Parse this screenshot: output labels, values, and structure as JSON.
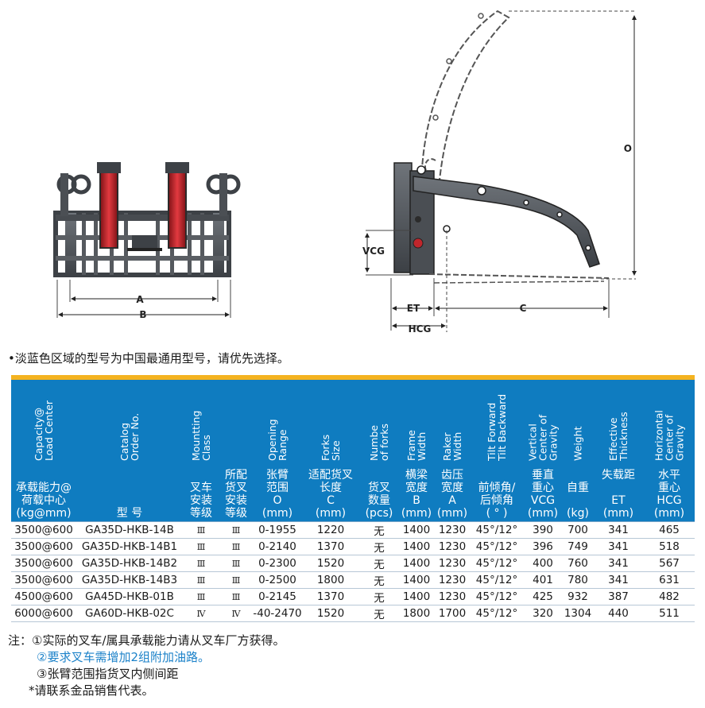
{
  "figure_labels": {
    "a": "A",
    "b": "B",
    "o": "O",
    "vcg": "VCG",
    "et": "ET",
    "c": "C",
    "hcg": "HCG"
  },
  "note_top": "•淡蓝色区域的型号为中国最通用型号，请优先选择。",
  "table": {
    "headers": [
      {
        "en": "Capacity@\nLoad Center",
        "zh": "承载能力@\n荷载中心\n(kg@mm)"
      },
      {
        "en": "Catalog\nOrder No.",
        "zh": "型 号"
      },
      {
        "en": "Mountting\nClass",
        "zh": "叉车\n安装\n等级"
      },
      {
        "en": "",
        "zh": "所配\n货叉\n安装\n等级"
      },
      {
        "en": "Opening\nRange",
        "zh": "张臂\n范围\nO\n(mm)"
      },
      {
        "en": "Forks\nSize",
        "zh": "适配货叉\n长度\nC\n(mm)"
      },
      {
        "en": "Numbe\nof forks",
        "zh": "货叉\n数量\n(pcs)"
      },
      {
        "en": "Frame\nWidth",
        "zh": "横梁\n宽度\nB\n(mm)"
      },
      {
        "en": "Raker\nWidth",
        "zh": "齿压\n宽度\nA\n(mm)"
      },
      {
        "en": "Tilt Forward\nTilt Backward",
        "zh": "前倾角/\n后倾角\n( ° )"
      },
      {
        "en": "Vertical\nCenter of\nGravity",
        "zh": "垂直\n重心\nVCG\n(mm)"
      },
      {
        "en": "Weight",
        "zh": "自重\n\n(kg)"
      },
      {
        "en": "Effective\nThickness",
        "zh": "失载距\n\nET\n(mm)"
      },
      {
        "en": "Horizontal\nCenter of\nGravity",
        "zh": "水平\n重心\nHCG\n(mm)"
      }
    ],
    "rows": [
      [
        "3500@600",
        "GA35D-HKB-14B",
        "Ⅲ",
        "Ⅲ",
        "0-1955",
        "1220",
        "无",
        "1400",
        "1230",
        "45°/12°",
        "390",
        "700",
        "341",
        "465"
      ],
      [
        "3500@600",
        "GA35D-HKB-14B1",
        "Ⅲ",
        "Ⅲ",
        "0-2140",
        "1370",
        "无",
        "1400",
        "1230",
        "45°/12°",
        "396",
        "749",
        "341",
        "518"
      ],
      [
        "3500@600",
        "GA35D-HKB-14B2",
        "Ⅲ",
        "Ⅲ",
        "0-2300",
        "1520",
        "无",
        "1400",
        "1230",
        "45°/12°",
        "400",
        "760",
        "341",
        "567"
      ],
      [
        "3500@600",
        "GA35D-HKB-14B3",
        "Ⅲ",
        "Ⅲ",
        "0-2500",
        "1800",
        "无",
        "1400",
        "1230",
        "45°/12°",
        "401",
        "780",
        "341",
        "631"
      ],
      [
        "4500@600",
        "GA45D-HKB-01B",
        "Ⅲ",
        "Ⅲ",
        "0-2145",
        "1370",
        "无",
        "1400",
        "1230",
        "45°/12°",
        "425",
        "932",
        "387",
        "482"
      ],
      [
        "6000@600",
        "GA60D-HKB-02C",
        "Ⅳ",
        "Ⅳ",
        "-40-2470",
        "1520",
        "无",
        "1800",
        "1700",
        "45°/12°",
        "320",
        "1304",
        "440",
        "511"
      ]
    ]
  },
  "notes": {
    "n1": "注：①实际的叉车/属具承载能力请从叉车厂方获得。",
    "n2": "②要求叉车需增加2组附加油路。",
    "n3": "③张臂范围指货叉内侧间距",
    "n4": "*请联系金品销售代表。"
  },
  "colors": {
    "header_bg": "#0f7cc0",
    "accent_bar": "#f4b320",
    "note_blue": "#1c82c9",
    "cylinder_red": "#c0262c"
  }
}
